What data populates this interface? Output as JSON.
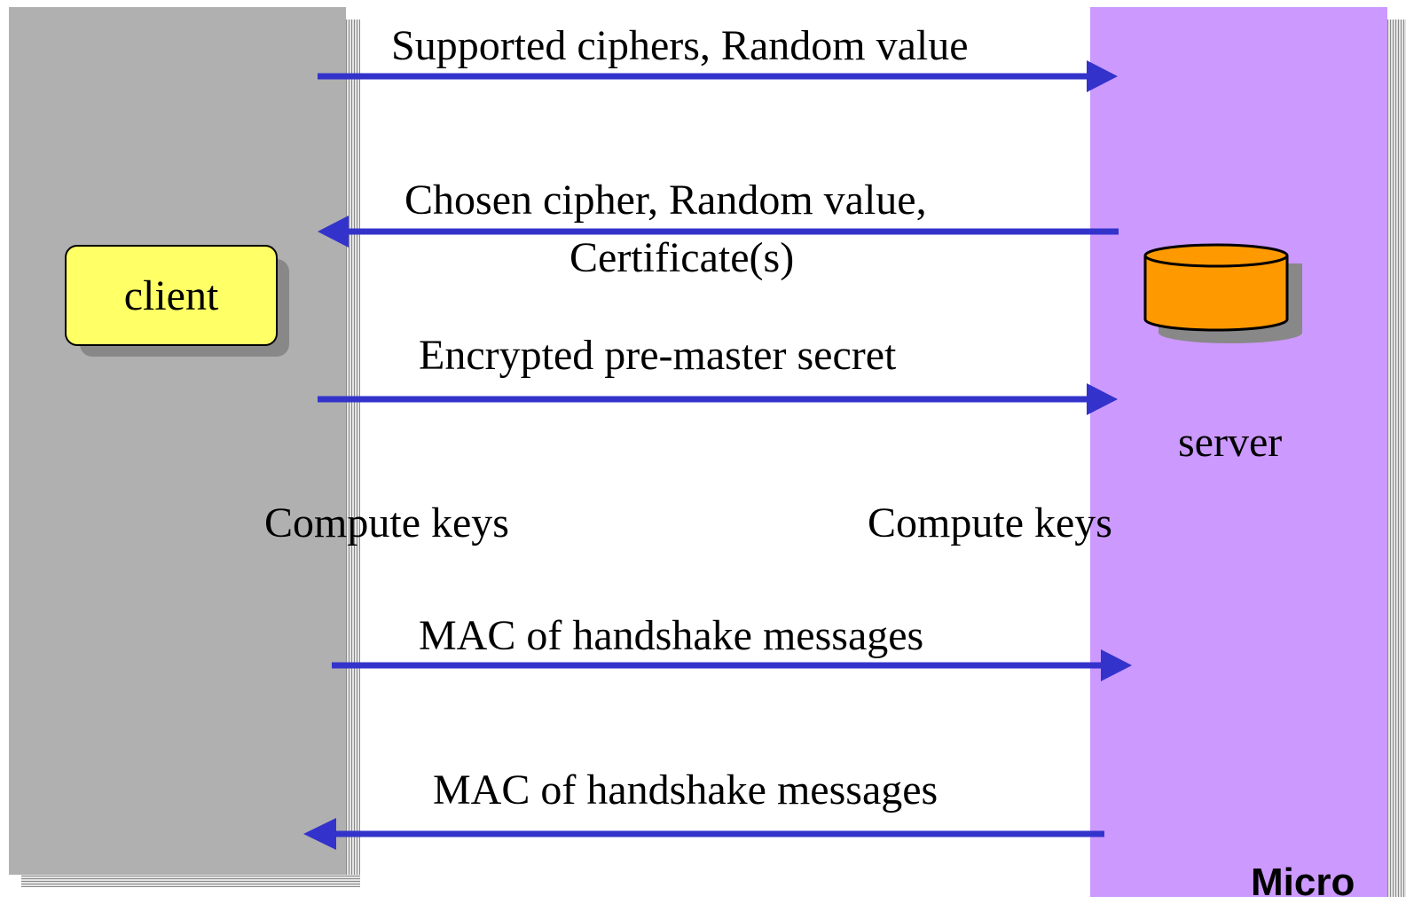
{
  "entities": {
    "client": "client",
    "server": "server"
  },
  "messages": [
    {
      "label": "Supported ciphers, Random value",
      "direction": "client-to-server"
    },
    {
      "label": "Chosen cipher, Random value,",
      "label_line2": "Certificate(s)",
      "direction": "server-to-client"
    },
    {
      "label": "Encrypted pre-master secret",
      "direction": "client-to-server"
    },
    {
      "label": "MAC of handshake messages",
      "direction": "client-to-server"
    },
    {
      "label": "MAC of handshake messages",
      "direction": "server-to-client"
    }
  ],
  "compute_keys": {
    "client": "Compute keys",
    "server": "Compute keys"
  },
  "watermark": "Micro",
  "colors": {
    "client_column": "#b0b0b0",
    "server_column": "#cc99ff",
    "client_box": "#ffff66",
    "server_icon": "#ff9900",
    "arrow": "#3333cc"
  }
}
